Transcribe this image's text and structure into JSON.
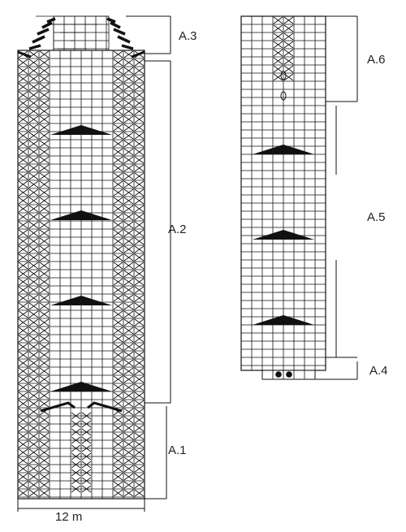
{
  "left_chart": {
    "sections": [
      {
        "id": "a3",
        "label": "A.3"
      },
      {
        "id": "a2",
        "label": "A.2"
      },
      {
        "id": "a1",
        "label": "A.1"
      }
    ],
    "width_label": "12 m"
  },
  "right_chart": {
    "sections": [
      {
        "id": "a6",
        "label": "A.6"
      },
      {
        "id": "a5",
        "label": "A.5"
      },
      {
        "id": "a4",
        "label": "A.4"
      }
    ]
  },
  "colors": {
    "grid": "#111111",
    "background": "#ffffff",
    "symbol": "#111111"
  }
}
